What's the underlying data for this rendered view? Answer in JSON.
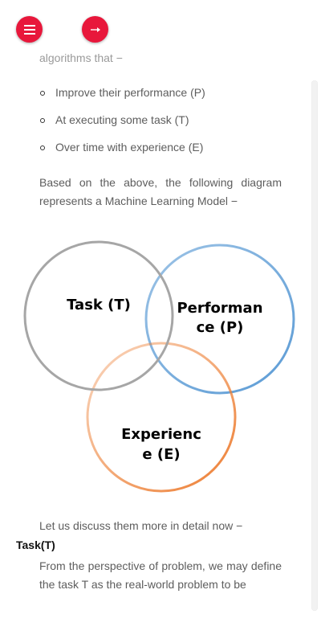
{
  "intro_fragment": "algorithms that −",
  "bullets": [
    "Improve their performance (P)",
    "At executing some task (T)",
    "Over time with experience (E)"
  ],
  "diagram_intro": "Based on the above, the following diagram represents a Machine Learning Model −",
  "diagram": {
    "task": "Task (T)",
    "performance_line1": "Performan",
    "performance_line2": "ce (P)",
    "experience_line1": "Experienc",
    "experience_line2": "e (E)",
    "colors": {
      "task": "#a6a6a6",
      "performance": "#5b9bd5",
      "experience": "#ed7d31"
    }
  },
  "discuss": "Let us discuss them more in detail now −",
  "section_heading": "Task(T)",
  "task_paragraph": "From the perspective of problem, we may define the task T as the real-world problem to be"
}
